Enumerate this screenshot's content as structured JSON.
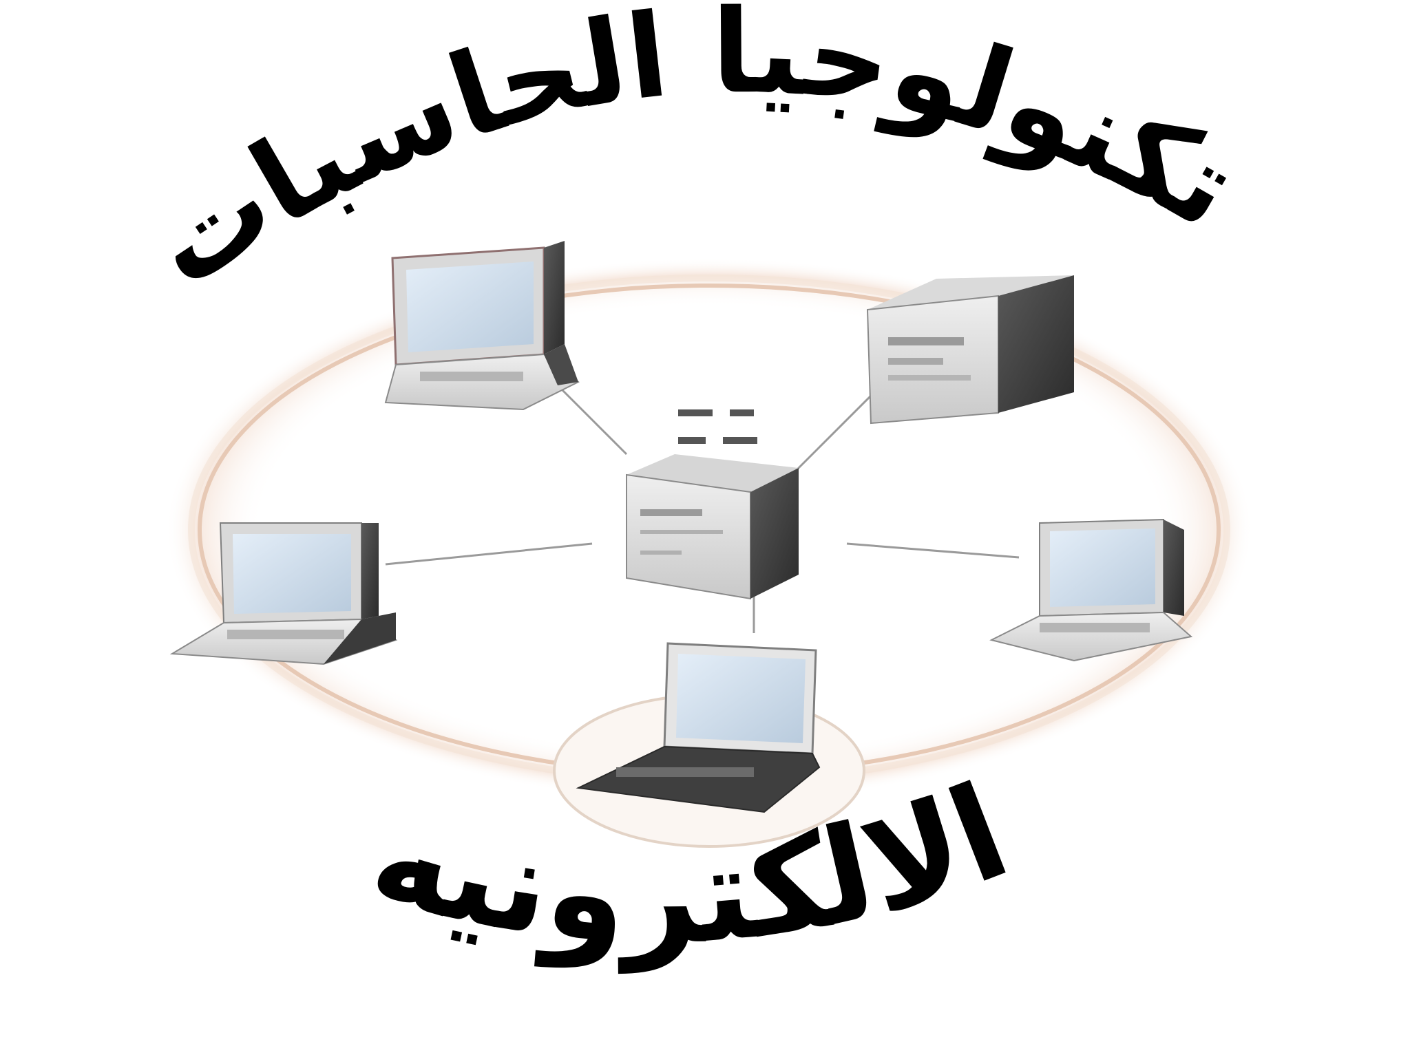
{
  "title": {
    "top_line": "تكنولوجيا الحاسبات",
    "bottom_line": "الالكترونيه"
  },
  "diagram": {
    "type": "star-network",
    "hub": {
      "icon": "network-hub-icon"
    },
    "nodes": [
      {
        "name": "laptop-top-left",
        "icon": "laptop-icon"
      },
      {
        "name": "desktop-top-right",
        "icon": "desktop-computer-icon"
      },
      {
        "name": "laptop-left",
        "icon": "laptop-icon"
      },
      {
        "name": "laptop-right",
        "icon": "laptop-icon"
      },
      {
        "name": "laptop-bottom",
        "icon": "laptop-icon"
      }
    ]
  },
  "colors": {
    "ring": "#e7c9b5",
    "ring_glow": "#f6e6dc",
    "link": "#9a9a9a",
    "text": "#000000",
    "device_light": "#dcdcdc",
    "device_dark": "#3b3b3b",
    "screen": "#cfdff0"
  }
}
